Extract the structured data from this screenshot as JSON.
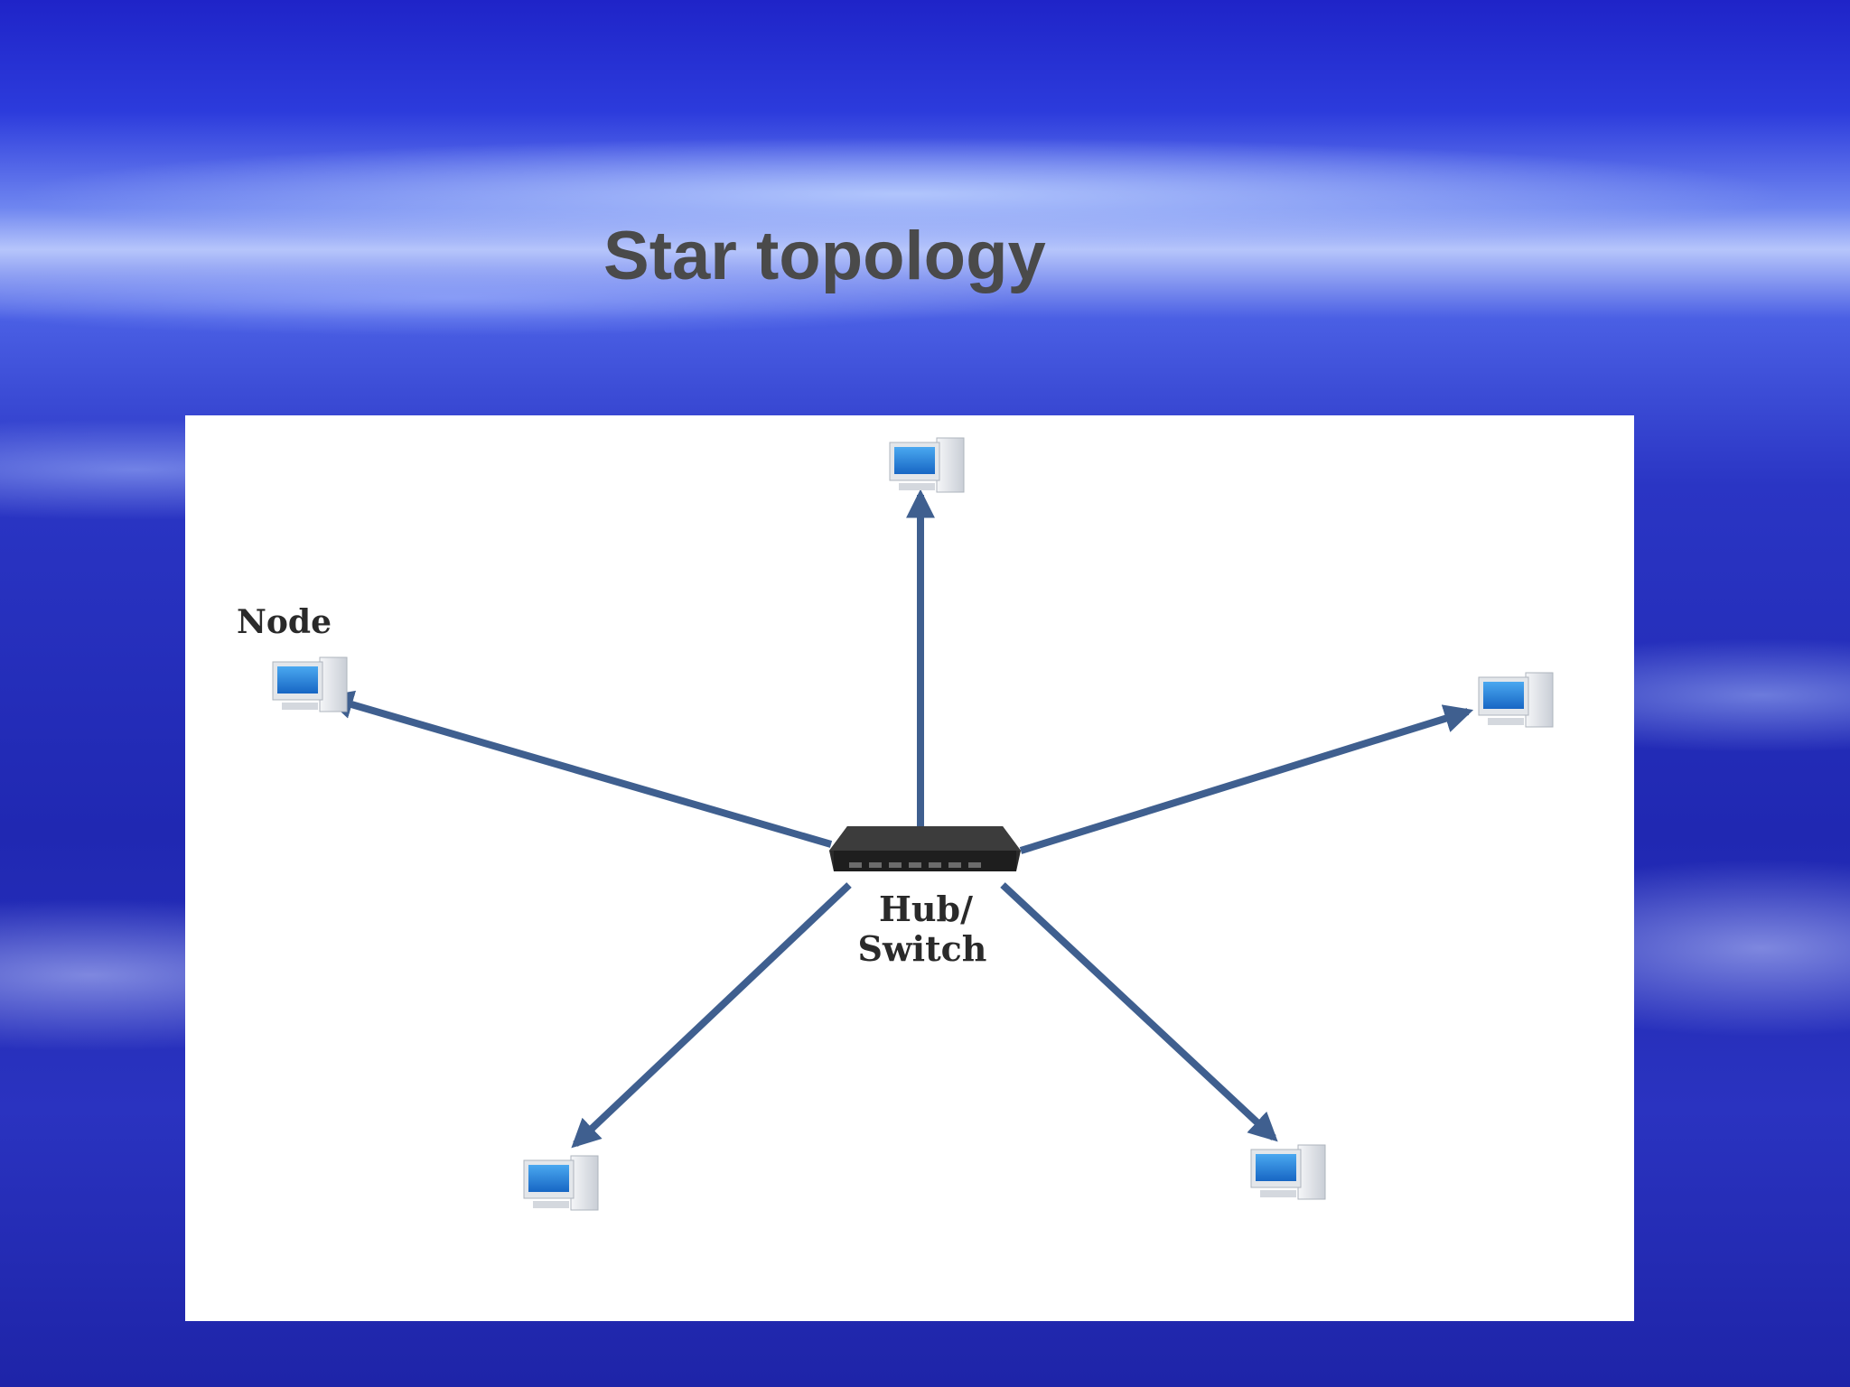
{
  "slide": {
    "title": "Star topology"
  },
  "diagram": {
    "node_label": "Node",
    "hub_label_line1": "Hub/",
    "hub_label_line2": "Switch",
    "colors": {
      "link": "#3f5f8f",
      "hub": "#2b2b2b",
      "screen": "#1f7fd6",
      "computer_body": "#e6e9ee"
    },
    "hub_icon": "network-switch-icon",
    "node_icon": "desktop-computer-icon"
  }
}
